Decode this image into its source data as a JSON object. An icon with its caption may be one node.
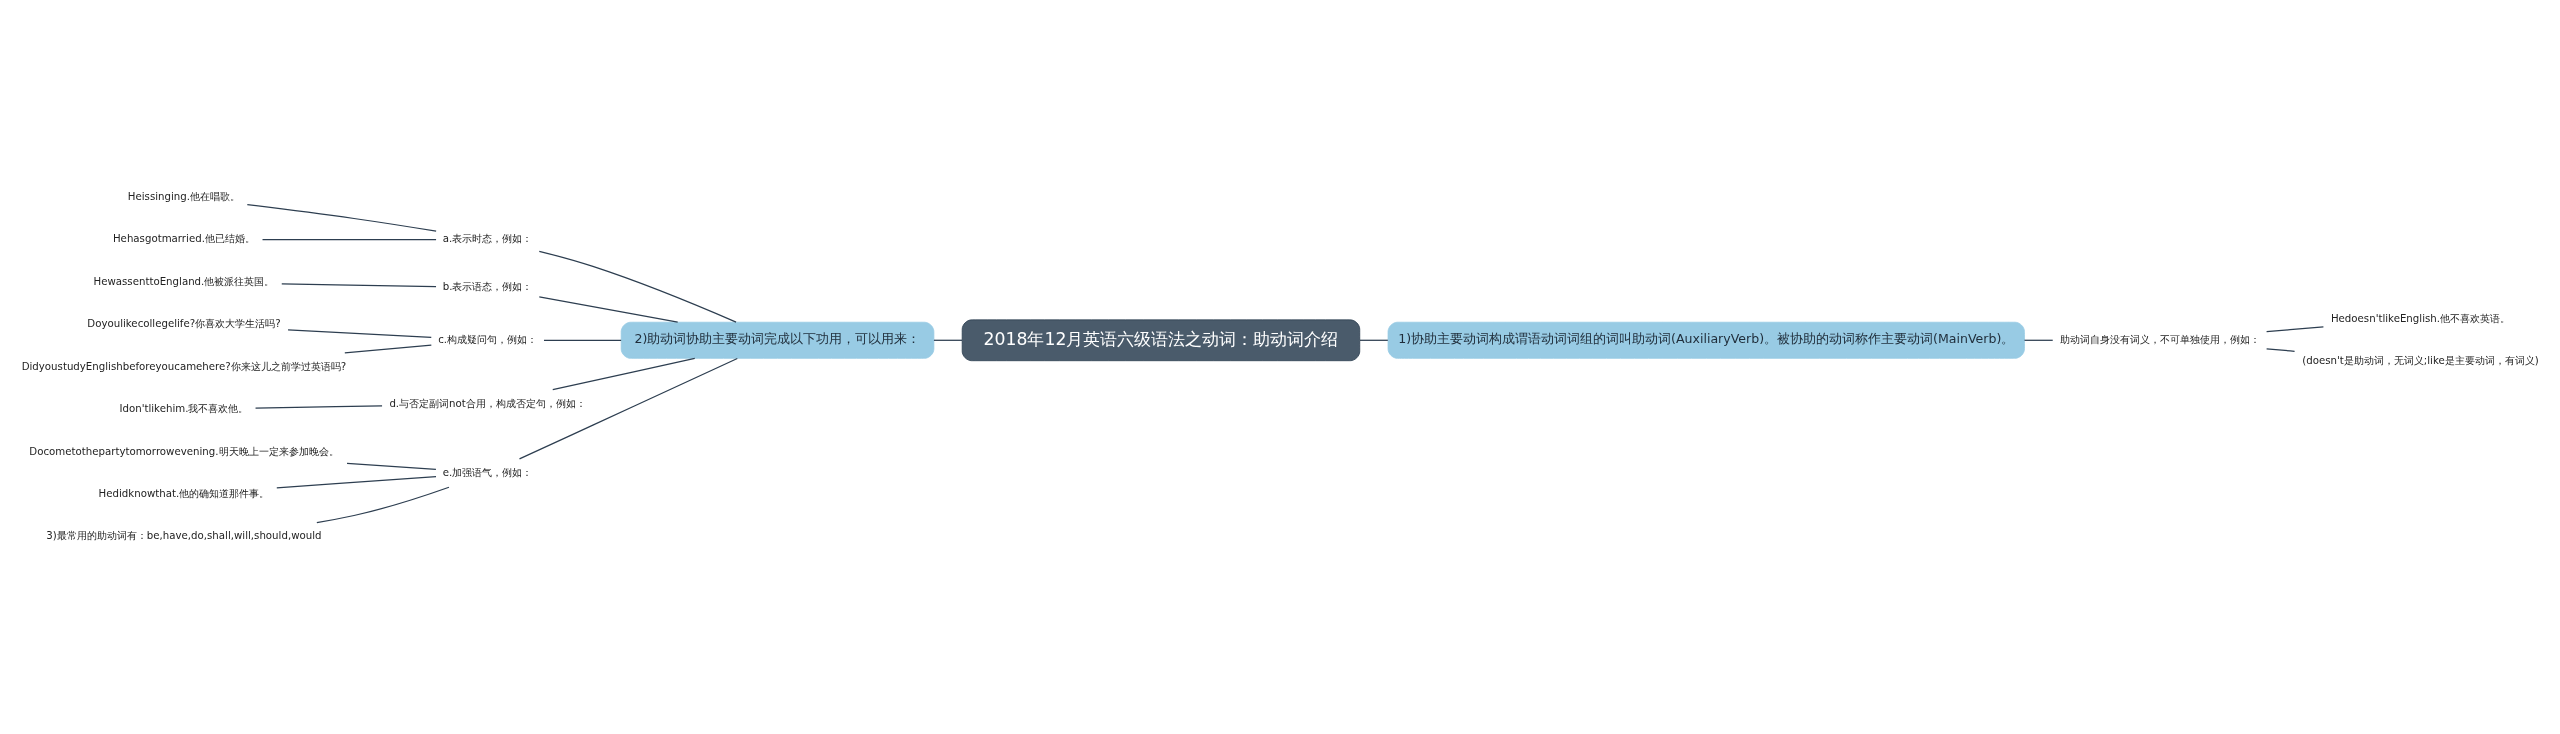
{
  "diagram": {
    "nodes": [
      {
        "text": [
          "2018年12月英语六级语法之动词：助动词介绍"
        ]
      },
      {
        "text": [
          "1)协助主要动词构成谓语动词词组的词叫助动词(AuxiliaryVerb)。被协助的动词称作主要动词(MainVerb)。"
        ]
      },
      {
        "text": [
          "助动词自身没有词义，不可单独使用，例如："
        ]
      },
      {
        "text": [
          "Hedoesn'tlikeEnglish.他不喜欢英语。"
        ]
      },
      {
        "text": [
          "(doesn't是助动词，无词义;like是主要动词，有词义)"
        ]
      },
      {
        "text": [
          "2)助动词协助主要动词完成以下功用，可以用来："
        ]
      },
      {
        "text": [
          "a.表示时态，例如："
        ]
      },
      {
        "text": [
          "Heissinging.他在唱歌。"
        ]
      },
      {
        "text": [
          "Hehasgotmarried.他已结婚。"
        ]
      },
      {
        "text": [
          "b.表示语态，例如："
        ]
      },
      {
        "text": [
          "HewassenttoEngland.他被派往英国。"
        ]
      },
      {
        "text": [
          "c.构成疑问句，例如："
        ]
      },
      {
        "text": [
          "Doyoulikecollegelife?你喜欢大学生活吗?"
        ]
      },
      {
        "text": [
          "DidyoustudyEnglishbeforeyoucamehere?你来这儿之前学过英语吗?"
        ]
      },
      {
        "text": [
          "d.与否定副词not合用，构成否定句，例如："
        ]
      },
      {
        "text": [
          "Idon'tlikehim.我不喜欢他。"
        ]
      },
      {
        "text": [
          "e.加强语气，例如："
        ]
      },
      {
        "text": [
          "Docometothepartytomorrowevening.明天晚上一定来参加晚会。"
        ]
      },
      {
        "text": [
          "Hedidknowthat.他的确知道那件事。"
        ]
      },
      {
        "text": [
          "3)最常用的助动词有：be,have,do,shall,will,should,would"
        ]
      }
    ],
    "edges": [
      {
        "from": 0,
        "to": 1,
        "arrow": "none"
      },
      {
        "from": 1,
        "to": 2,
        "arrow": "none"
      },
      {
        "from": 2,
        "to": 3,
        "arrow": "none"
      },
      {
        "from": 2,
        "to": 4,
        "arrow": "none"
      },
      {
        "from": 0,
        "to": 5,
        "arrow": "none"
      },
      {
        "from": 5,
        "to": 6,
        "arrow": "none"
      },
      {
        "from": 6,
        "to": 7,
        "arrow": "none"
      },
      {
        "from": 6,
        "to": 8,
        "arrow": "none"
      },
      {
        "from": 5,
        "to": 9,
        "arrow": "none"
      },
      {
        "from": 9,
        "to": 10,
        "arrow": "none"
      },
      {
        "from": 5,
        "to": 11,
        "arrow": "none"
      },
      {
        "from": 11,
        "to": 12,
        "arrow": "none"
      },
      {
        "from": 11,
        "to": 13,
        "arrow": "none"
      },
      {
        "from": 5,
        "to": 14,
        "arrow": "none"
      },
      {
        "from": 14,
        "to": 15,
        "arrow": "none"
      },
      {
        "from": 5,
        "to": 16,
        "arrow": "none"
      },
      {
        "from": 16,
        "to": 17,
        "arrow": "none"
      },
      {
        "from": 16,
        "to": 18,
        "arrow": "none"
      },
      {
        "from": 16,
        "to": 19,
        "arrow": "none"
      }
    ]
  }
}
